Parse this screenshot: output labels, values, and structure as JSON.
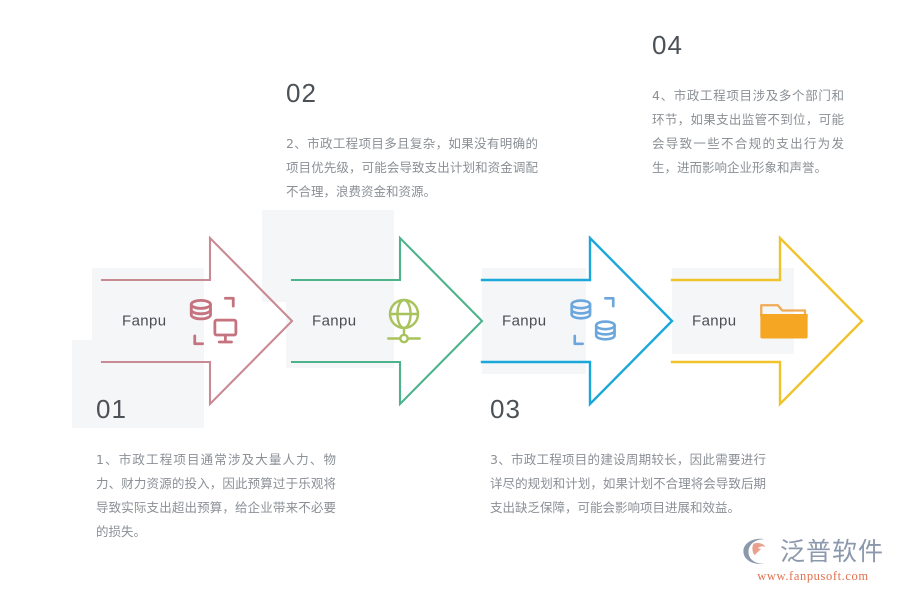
{
  "steps": [
    {
      "id": "01",
      "number": "01",
      "label": "Fanpu",
      "color": "#c98a94",
      "icon_color": "#c4737f",
      "icon": "database-monitor-icon",
      "text": "1、市政工程项目通常涉及大量人力、物力、财力资源的投入，因此预算过于乐观将导致实际支出超出预算，给企业带来不必要的损失。"
    },
    {
      "id": "02",
      "number": "02",
      "label": "Fanpu",
      "color": "#4db38b",
      "icon_color": "#a8c35c",
      "icon": "globe-network-icon",
      "text": "2、市政工程项目多且复杂，如果没有明确的项目优先级，可能会导致支出计划和资金调配不合理，浪费资金和资源。"
    },
    {
      "id": "03",
      "number": "03",
      "label": "Fanpu",
      "color": "#1aa7da",
      "icon_color": "#6ba6dd",
      "icon": "database-stack-icon",
      "text": "3、市政工程项目的建设周期较长，因此需要进行详尽的规划和计划，如果计划不合理将会导致后期支出缺乏保障，可能会影响项目进展和效益。"
    },
    {
      "id": "04",
      "number": "04",
      "label": "Fanpu",
      "color": "#f0c22c",
      "icon_color": "#f5a623",
      "icon": "folder-icon",
      "text": "4、市政工程项目涉及多个部门和环节，如果支出监管不到位，可能会导致一些不合规的支出行为发生，进而影响企业形象和声誉。"
    }
  ],
  "logo": {
    "name": "泛普软件",
    "url": "www.fanpusoft.com",
    "mark_outer_color": "#8c99ad",
    "mark_inner_color": "#e8a08f"
  },
  "theme": {
    "plate_color": "#f5f6f8",
    "background": "#ffffff",
    "number_color": "#4c5156",
    "body_text_color": "#8b9096"
  }
}
